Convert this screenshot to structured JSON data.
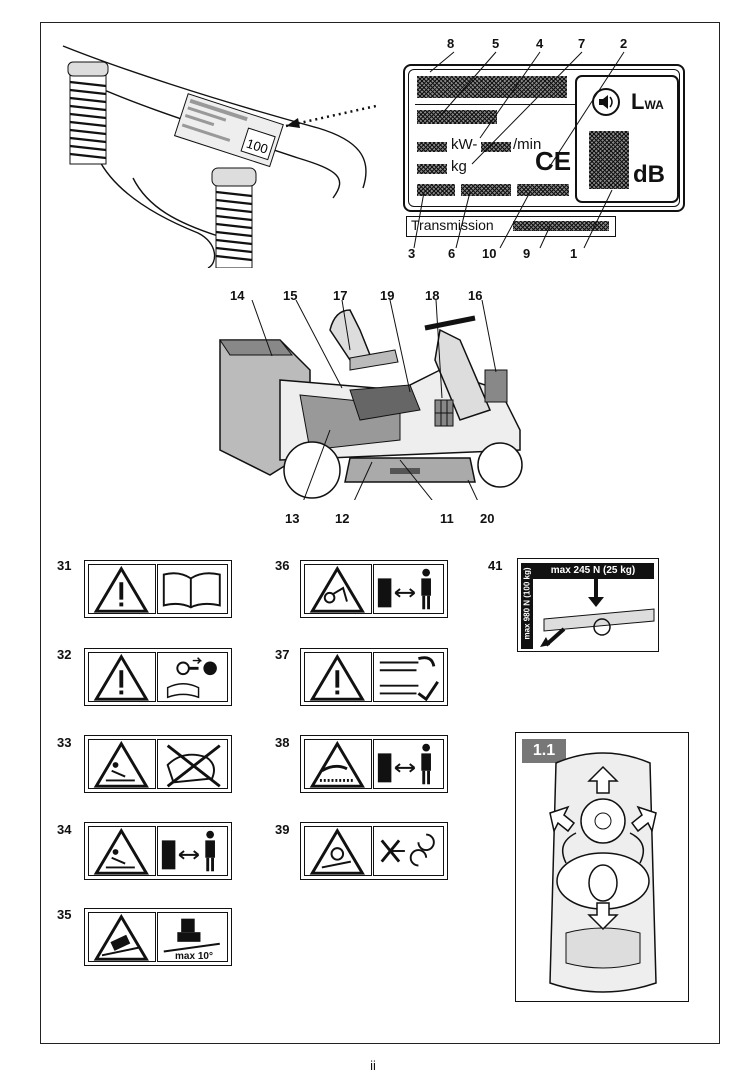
{
  "page_number": "ii",
  "plate": {
    "kw_text": "kW-",
    "rpm_text": "/min",
    "kg_text": "kg",
    "ce_mark": "CE",
    "lwa_text": "L",
    "lwa_sub": "WA",
    "db_text": "dB",
    "transmission_label": "Transmission",
    "callouts": [
      "8",
      "5",
      "4",
      "7",
      "2",
      "3",
      "6",
      "10",
      "9",
      "1"
    ]
  },
  "mower": {
    "callouts": [
      "14",
      "15",
      "17",
      "19",
      "18",
      "16",
      "13",
      "12",
      "11",
      "20"
    ]
  },
  "signs": [
    {
      "number": "31",
      "icons": [
        "warning-icon",
        "manual-book-icon"
      ]
    },
    {
      "number": "32",
      "icons": [
        "warning-icon",
        "key-removal-icon"
      ]
    },
    {
      "number": "33",
      "icons": [
        "thrown-objects-icon",
        "no-discharge-icon"
      ]
    },
    {
      "number": "34",
      "icons": [
        "thrown-objects-icon",
        "keep-distance-icon"
      ]
    },
    {
      "number": "35",
      "icons": [
        "overturn-icon",
        "slope-icon"
      ],
      "caption": "max 10°"
    },
    {
      "number": "36",
      "icons": [
        "runover-icon",
        "keep-distance-icon"
      ]
    },
    {
      "number": "37",
      "icons": [
        "warning-icon",
        "lever-icon"
      ]
    },
    {
      "number": "38",
      "icons": [
        "blade-hand-icon",
        "keep-distance-icon"
      ]
    },
    {
      "number": "39",
      "icons": [
        "entanglement-icon",
        "no-rotate-icon"
      ]
    }
  ],
  "sign41": {
    "number": "41",
    "top_text": "max 245 N (25 kg)",
    "side_text": "max 980 N (100 kg)"
  },
  "figure": {
    "label": "1.1"
  }
}
